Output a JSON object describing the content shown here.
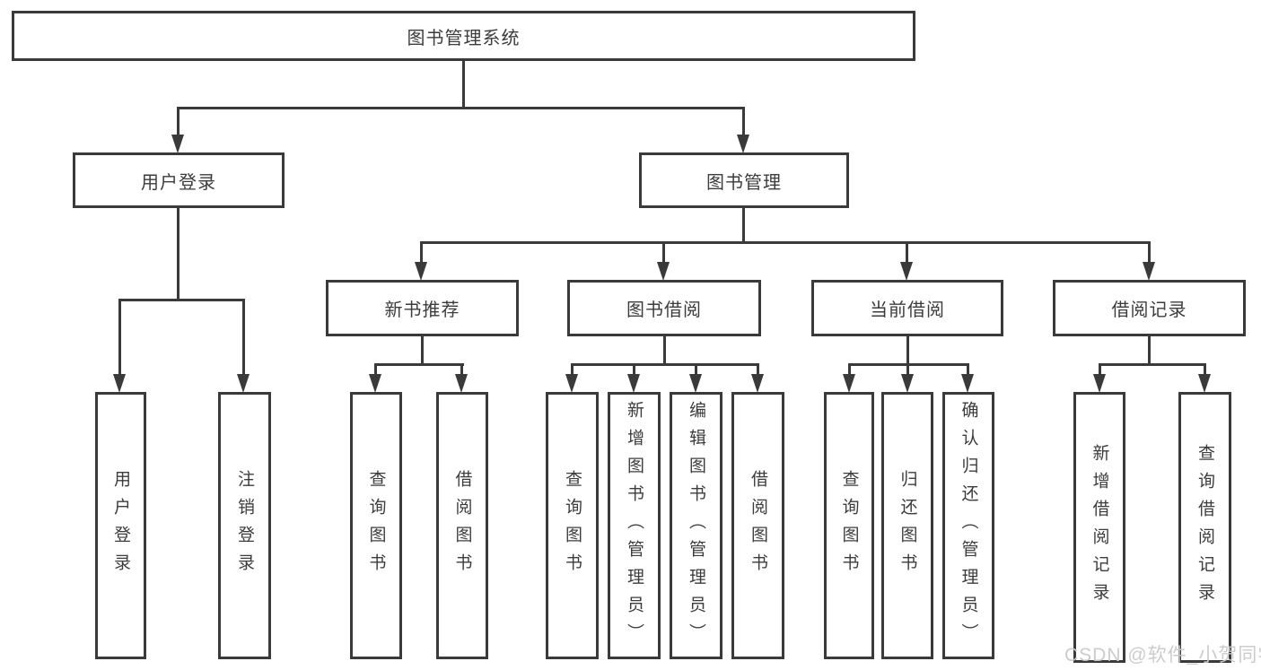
{
  "tree": {
    "label": "图书管理系统",
    "children": [
      {
        "label": "用户登录",
        "children": [
          {
            "label": "用户登录"
          },
          {
            "label": "注销登录"
          }
        ]
      },
      {
        "label": "图书管理",
        "children": [
          {
            "label": "新书推荐",
            "children": [
              {
                "label": "查询图书"
              },
              {
                "label": "借阅图书"
              }
            ]
          },
          {
            "label": "图书借阅",
            "children": [
              {
                "label": "查询图书"
              },
              {
                "label": "新增图书（管理员）"
              },
              {
                "label": "编辑图书（管理员）"
              },
              {
                "label": "借阅图书"
              }
            ]
          },
          {
            "label": "当前借阅",
            "children": [
              {
                "label": "查询图书"
              },
              {
                "label": "归还图书"
              },
              {
                "label": "确认归还（管理员）"
              }
            ]
          },
          {
            "label": "借阅记录",
            "children": [
              {
                "label": "新增借阅记录"
              },
              {
                "label": "查询借阅记录"
              }
            ]
          }
        ]
      }
    ]
  },
  "watermark": "CSDN @软件_小贺同学",
  "colors": {
    "line": "#3a3a3a",
    "text": "#3c3c3c",
    "watermark": "#c9c9c9",
    "background": "#ffffff"
  }
}
